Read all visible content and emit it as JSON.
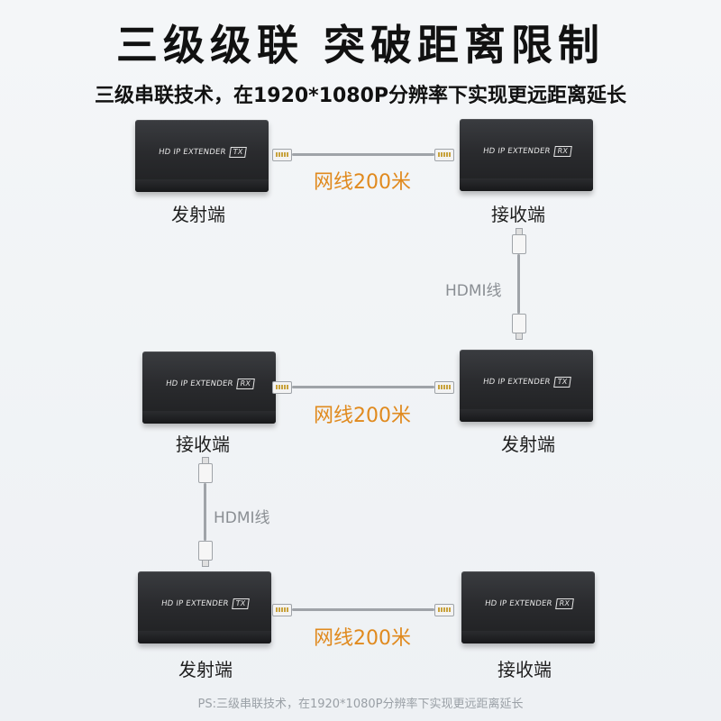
{
  "header": {
    "title": "三级级联 突破距离限制",
    "subtitle": "三级串联技术，在1920*1080P分辨率下实现更远距离延长"
  },
  "device_label": "HD IP EXTENDER",
  "devices": {
    "r1_left": {
      "tag": "TX",
      "caption": "发射端"
    },
    "r1_right": {
      "tag": "RX",
      "caption": "接收端"
    },
    "r2_left": {
      "tag": "RX",
      "caption": "接收端"
    },
    "r2_right": {
      "tag": "TX",
      "caption": "发射端"
    },
    "r3_left": {
      "tag": "TX",
      "caption": "发射端"
    },
    "r3_right": {
      "tag": "RX",
      "caption": "接收端"
    }
  },
  "cables": {
    "network_label": "网线200米",
    "hdmi_label": "HDMI线"
  },
  "footnote": "PS:三级串联技术，在1920*1080P分辨率下实现更远距离延长",
  "colors": {
    "accent": "#e08a1e",
    "device": "#2a2b2e",
    "cable": "#9fa3a8"
  }
}
